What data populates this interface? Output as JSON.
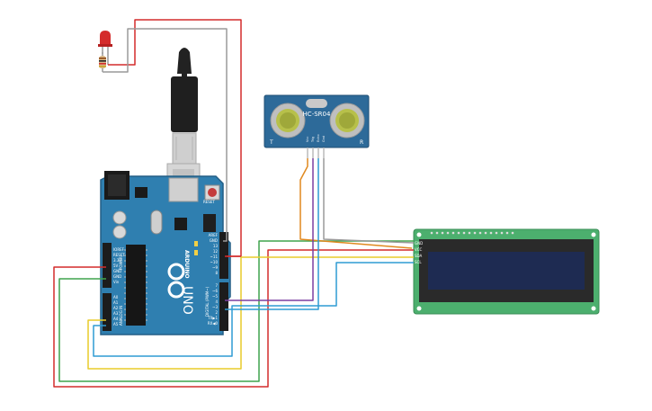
{
  "components": {
    "arduino": {
      "brand": "ARDUINO",
      "model": "UNO",
      "reset_label": "RESET",
      "digital_label": "DIGITAL (PWM~)",
      "analog_label": "ANALOG IN",
      "power_label": "POWER",
      "gnd_label": "GND",
      "aref_label": "AREF",
      "pin13": "13",
      "pin12": "12",
      "pin11": "~11",
      "pin10": "~10",
      "pin9": "~9",
      "pin8": "8",
      "pin7": "7",
      "pin6": "~6",
      "pin5": "~5",
      "pin4": "4",
      "pin3": "~3",
      "pin2": "2",
      "tx": "TX▶1",
      "rx": "RX◀0",
      "a0": "A0",
      "a1": "A1",
      "a2": "A2",
      "a3": "A3",
      "a4": "A4",
      "a5": "A5",
      "ioref": "IOREF",
      "reset_pin": "RESET",
      "v33": "3.3V",
      "v5": "5V",
      "gnd1": "GND",
      "gnd2": "GND",
      "vin": "Vin"
    },
    "sensor": {
      "name": "HC-SR04",
      "left_mark": "T",
      "right_mark": "R",
      "pin_vcc": "Vcc",
      "pin_trig": "Trig",
      "pin_echo": "Echo",
      "pin_gnd": "Gnd"
    },
    "lcd": {
      "pin_gnd": "GND",
      "pin_vcc": "VCC",
      "pin_sda": "SDA",
      "pin_scl": "SCL"
    }
  },
  "colors": {
    "board": "#2f7fb0",
    "board_dark": "#235f86",
    "lcd_pcb": "#4caf6e",
    "lcd_screen": "#1e2b52",
    "sensor_pcb": "#2d6a99",
    "wire_red": "#d42b2b",
    "wire_green": "#3fa34d",
    "wire_yellow": "#e8cc2a",
    "wire_blue": "#2f9bd3",
    "wire_purple": "#7b3fa0",
    "wire_orange": "#e0891f",
    "wire_gray": "#9a9a9a"
  }
}
